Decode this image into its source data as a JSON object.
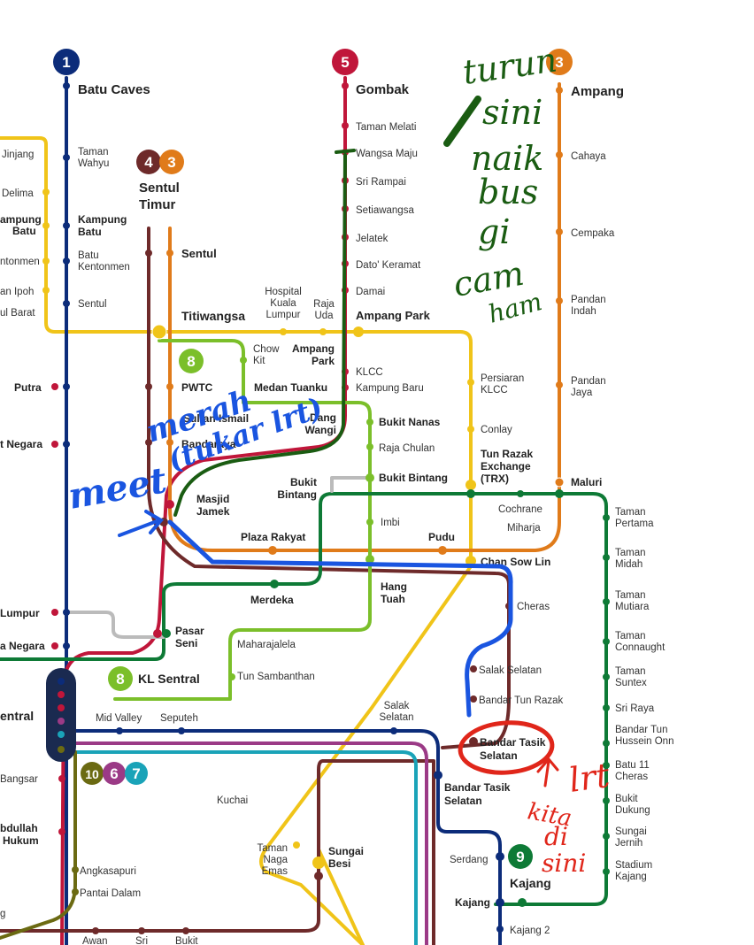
{
  "colors": {
    "line1": "#0c2c7a",
    "line3": "#e07b1a",
    "line4": "#6e2a2a",
    "line5": "#c0163a",
    "line8": "#7bbf2a",
    "line9": "#0e7a36",
    "line10": "#6b6a12",
    "line6": "#9b3a86",
    "line7": "#1aa3b8",
    "brt": "#bbbbbb",
    "yellow": "#f0c419",
    "annot_green": "#1a5c12",
    "annot_blue": "#1a55e0",
    "annot_red": "#e0261a"
  },
  "badges": {
    "line1": "1",
    "line5": "5",
    "line3": "3",
    "line4": "4",
    "line3b": "3",
    "line8": "8",
    "line8b": "8",
    "line9": "9",
    "line10": "10",
    "line6": "6",
    "line7": "7"
  },
  "stations": {
    "batu_caves": "Batu Caves",
    "taman_wahyu": "Taman Wahyu",
    "jinjang": "Jinjang",
    "delima": "Delima",
    "kampung_batu_left": "ampung Batu",
    "kentonmen_left": "ntonmen",
    "jalan_ipoh": "an Ipoh",
    "sentul_barat": "ul Barat",
    "sentul_timur": "Sentul Timur",
    "kampung_batu": "Kampung Batu",
    "batu_kentonmen": "Batu Kentonmen",
    "sentul_l1": "Sentul",
    "sentul": "Sentul",
    "titiwangsa": "Titiwangsa",
    "hospital_kl": "Hospital Kuala Lumpur",
    "raja_uda": "Raja Uda",
    "ampang_park": "Ampang Park",
    "gombak": "Gombak",
    "taman_melati": "Taman Melati",
    "wangsa_maju": "Wangsa Maju",
    "sri_rampai": "Sri Rampai",
    "setiawangsa": "Setiawangsa",
    "jelatek": "Jelatek",
    "dato_keramat": "Dato' Keramat",
    "damai": "Damai",
    "ampang": "Ampang",
    "cahaya": "Cahaya",
    "cempaka": "Cempaka",
    "pandan_indah": "Pandan Indah",
    "pandan_jaya": "Pandan Jaya",
    "maluri": "Maluri",
    "putra": "Putra",
    "pwtc": "PWTC",
    "chow_kit": "Chow Kit",
    "ampang_park2": "Ampang Park",
    "medan_tuanku": "Medan Tuanku",
    "klcc": "KLCC",
    "kampung_baru": "Kampung Baru",
    "persiaran_klcc": "Persiaran KLCC",
    "sultan_ismail": "Sultan Ismail",
    "bandaraya": "Bandaraya",
    "dang_wangi": "Dang Wangi",
    "bukit_nanas": "Bukit Nanas",
    "raja_chulan": "Raja Chulan",
    "conlay": "Conlay",
    "tun_razak_exchange": "Tun Razak Exchange (TRX)",
    "bank_negara": "t Negara",
    "bukit_bintang_mono": "Bukit Bintang",
    "bukit_bintang": "Bukit Bintang",
    "masjid_jamek": "Masjid Jamek",
    "imbi": "Imbi",
    "pudu": "Pudu",
    "cochrane": "Cochrane",
    "miharja": "Miharja",
    "taman_pertama": "Taman Pertama",
    "plaza_rakyat": "Plaza Rakyat",
    "chan_sow_lin": "Chan Sow Lin",
    "taman_midah": "Taman Midah",
    "merdeka": "Merdeka",
    "hang_tuah": "Hang Tuah",
    "cheras": "Cheras",
    "taman_mutiara": "Taman Mutiara",
    "kl_left": "Lumpur",
    "pasar_seni": "Pasar Seni",
    "taman_connaught": "Taman Connaught",
    "negara_left": "a Negara",
    "maharajalela": "Maharajalela",
    "salak_selatan": "Salak Selatan",
    "taman_suntex": "Taman Suntex",
    "kl_sentral": "KL Sentral",
    "tun_sambanthan": "Tun Sambanthan",
    "bandar_tun_razak": "Bandar Tun Razak",
    "sri_raya": "Sri Raya",
    "sentral_left": "entral",
    "mid_valley": "Mid Valley",
    "seputeh": "Seputeh",
    "salak_selatan2": "Salak Selatan",
    "bandar_tun_hussein_onn": "Bandar Tun Hussein Onn",
    "bandar_tasik_selatan": "Bandar Tasik Selatan",
    "batu_11_cheras": "Batu 11 Cheras",
    "bangsar": "Bangsar",
    "kuchai": "Kuchai",
    "bandar_tasik_selatan2": "Bandar Tasik Selatan",
    "bukit_dukung": "Bukit Dukung",
    "abdullah_hukum": "bdullah Hukum",
    "taman_naga_emas": "Taman Naga Emas",
    "sungai_besi": "Sungai Besi",
    "serdang": "Serdang",
    "sungai_jernih": "Sungai Jernih",
    "angkasapuri": "Angkasapuri",
    "kajang_9": "Kajang",
    "stadium_kajang": "Stadium Kajang",
    "pantai_dalam": "Pantai Dalam",
    "kajang": "Kajang",
    "kajang_2": "Kajang 2",
    "awan": "Awan",
    "sri": "Sri",
    "bukit": "Bukit",
    "g_left": "g"
  },
  "annotations": {
    "green_note": [
      "turun",
      "sini",
      "naik",
      "bus",
      "gi",
      "cam",
      "ham"
    ],
    "blue_merah": "merah",
    "blue_tukar": "(tukar lrt)",
    "blue_meet": "meet",
    "red_lrt": "lrt",
    "red_kita": "kita",
    "red_di": "di",
    "red_sini": "sini"
  }
}
